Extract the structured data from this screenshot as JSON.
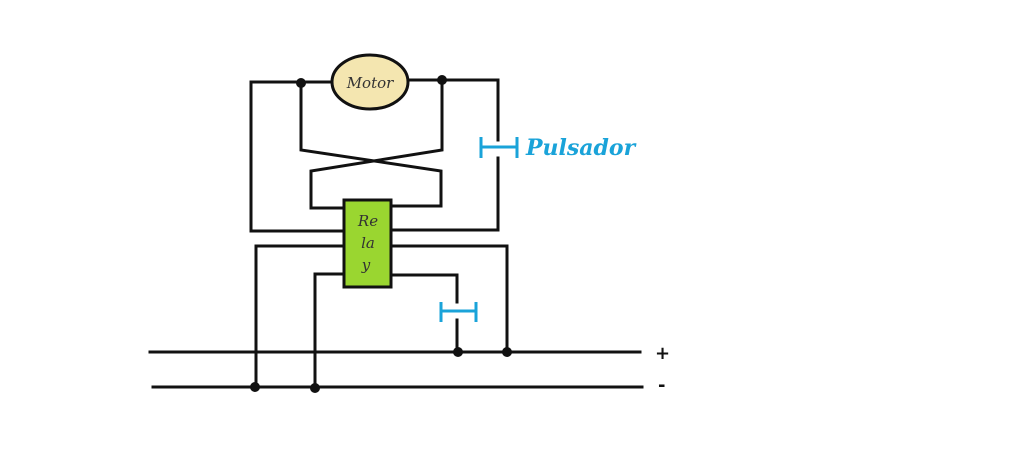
{
  "diagram": {
    "motor": {
      "label": "Motor",
      "fill": "#f4e6b0",
      "stroke": "#111111"
    },
    "relay": {
      "label_lines": [
        "Re",
        "la",
        "y"
      ],
      "fill": "#9ad630",
      "stroke": "#111111"
    },
    "pulsador": {
      "label": "Pulsador",
      "color": "#1aa3d9"
    },
    "rails": {
      "positive_label": "+",
      "negative_label": "-"
    }
  }
}
